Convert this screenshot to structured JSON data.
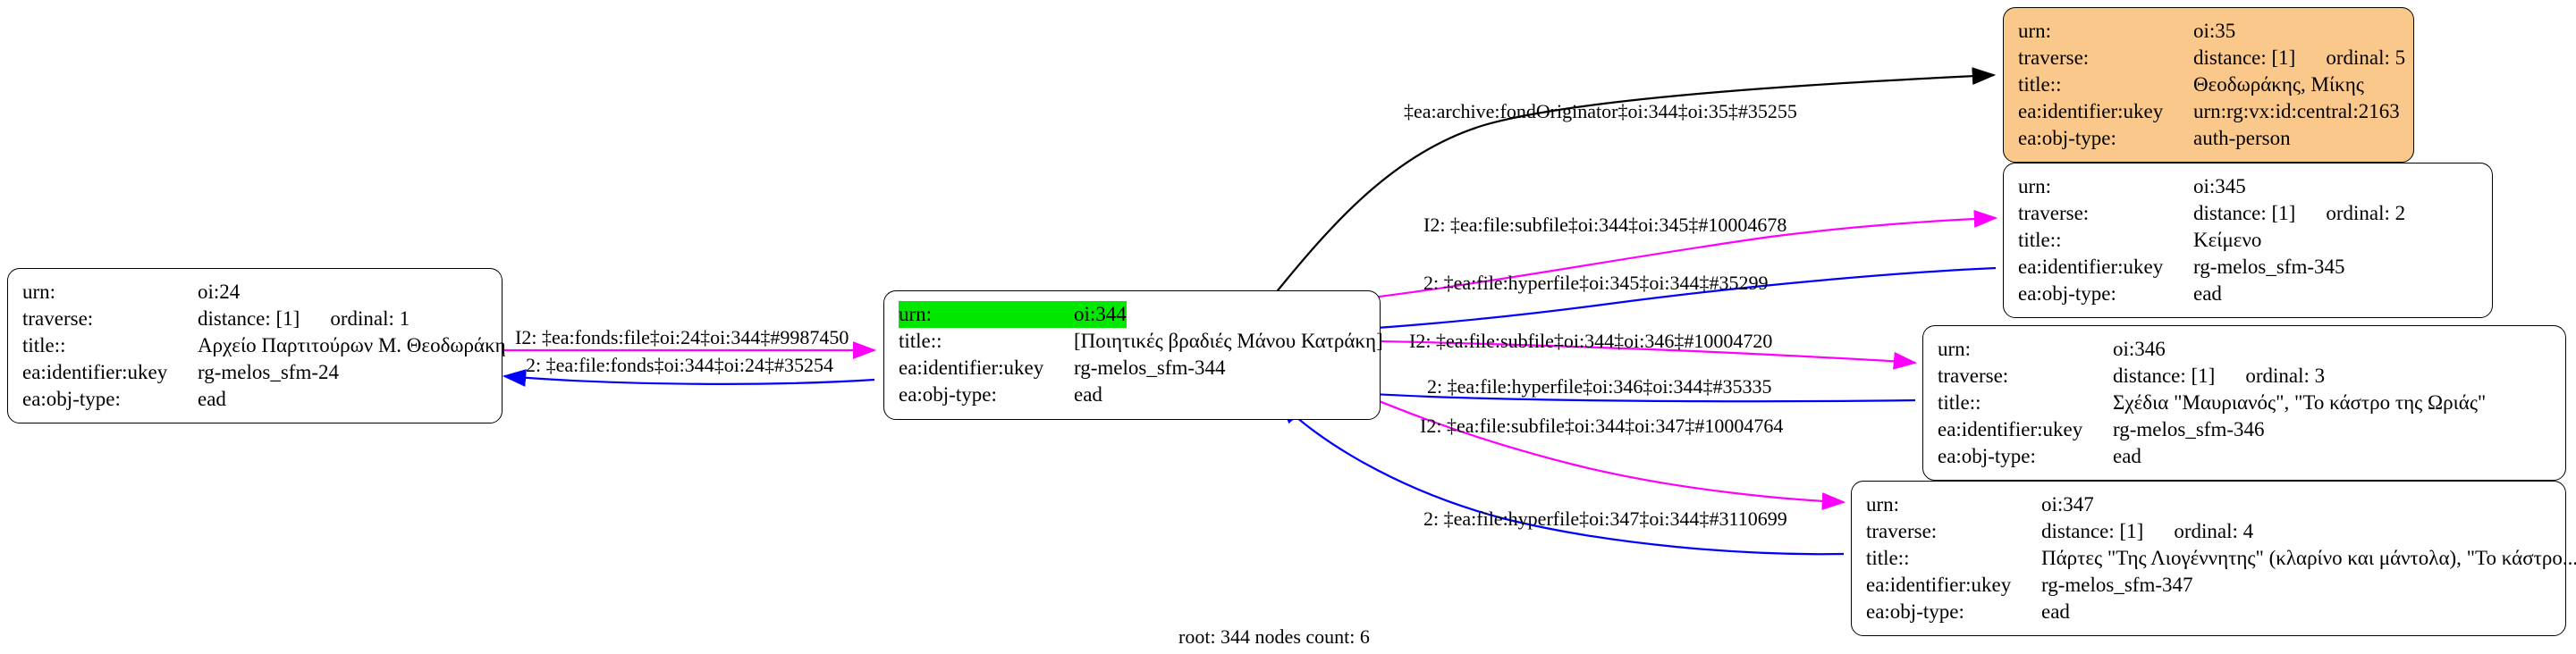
{
  "graph": {
    "footer": "root: 344 nodes count: 6",
    "colors": {
      "root_highlight": "#00e800",
      "person_node_fill": "#fbc88c",
      "edge_outgoing": "#ff00ff",
      "edge_incoming": "#0000ff",
      "edge_plain": "#000000",
      "node_border": "#000000",
      "background": "#ffffff"
    },
    "field_labels": {
      "urn": "urn:",
      "traverse": "traverse:",
      "title": "title::",
      "ukey": "ea:identifier:ukey",
      "objtype": "ea:obj-type:"
    },
    "nodes": [
      {
        "id": "oi24",
        "urn": "oi:24",
        "traverse_distance": "distance: [1]",
        "traverse_ordinal": "ordinal: 1",
        "title": "Αρχείο Παρτιτούρων Μ. Θεοδωράκη",
        "ukey": "rg-melos_sfm-24",
        "objtype": "ead",
        "fill": "white",
        "highlight": false
      },
      {
        "id": "oi344",
        "urn": "oi:344",
        "traverse_distance": "",
        "traverse_ordinal": "",
        "title": "[Ποιητικές βραδιές Μάνου Κατράκη]",
        "ukey": "rg-melos_sfm-344",
        "objtype": "ead",
        "fill": "white",
        "highlight": true
      },
      {
        "id": "oi35",
        "urn": "oi:35",
        "traverse_distance": "distance: [1]",
        "traverse_ordinal": "ordinal: 5",
        "title": "Θεοδωράκης, Μίκης",
        "ukey": "urn:rg:vx:id:central:2163",
        "objtype": "auth-person",
        "fill": "orange",
        "highlight": false
      },
      {
        "id": "oi345",
        "urn": "oi:345",
        "traverse_distance": "distance: [1]",
        "traverse_ordinal": "ordinal: 2",
        "title": "Κείμενο",
        "ukey": "rg-melos_sfm-345",
        "objtype": "ead",
        "fill": "white",
        "highlight": false
      },
      {
        "id": "oi346",
        "urn": "oi:346",
        "traverse_distance": "distance: [1]",
        "traverse_ordinal": "ordinal: 3",
        "title": "Σχέδια \"Μαυριανός\", \"Το κάστρο της Ωριάς\"",
        "ukey": "rg-melos_sfm-346",
        "objtype": "ead",
        "fill": "white",
        "highlight": false
      },
      {
        "id": "oi347",
        "urn": "oi:347",
        "traverse_distance": "distance: [1]",
        "traverse_ordinal": "ordinal: 4",
        "title": "Πάρτες \"Της Λιογέννητης\" (κλαρίνο και μάντολα), \"Το κάστρο...",
        "ukey": "rg-melos_sfm-347",
        "objtype": "ead",
        "fill": "white",
        "highlight": false
      }
    ],
    "edges": [
      {
        "id": "e-35255",
        "label": "‡ea:archive:fondOriginator‡oi:344‡oi:35‡#35255",
        "color": "#000000"
      },
      {
        "id": "e-10004678",
        "label": "I2: ‡ea:file:subfile‡oi:344‡oi:345‡#10004678",
        "color": "#ff00ff"
      },
      {
        "id": "e-35299",
        "label": "2: ‡ea:file:hyperfile‡oi:345‡oi:344‡#35299",
        "color": "#0000ff"
      },
      {
        "id": "e-10004720",
        "label": "I2: ‡ea:file:subfile‡oi:344‡oi:346‡#10004720",
        "color": "#ff00ff"
      },
      {
        "id": "e-35335",
        "label": "2: ‡ea:file:hyperfile‡oi:346‡oi:344‡#35335",
        "color": "#0000ff"
      },
      {
        "id": "e-10004764",
        "label": "I2: ‡ea:file:subfile‡oi:344‡oi:347‡#10004764",
        "color": "#ff00ff"
      },
      {
        "id": "e-3110699",
        "label": "2: ‡ea:file:hyperfile‡oi:347‡oi:344‡#3110699",
        "color": "#0000ff"
      },
      {
        "id": "e-9987450",
        "label": "I2: ‡ea:fonds:file‡oi:24‡oi:344‡#9987450",
        "color": "#ff00ff"
      },
      {
        "id": "e-35254",
        "label": "2: ‡ea:file:fonds‡oi:344‡oi:24‡#35254",
        "color": "#0000ff"
      }
    ]
  }
}
